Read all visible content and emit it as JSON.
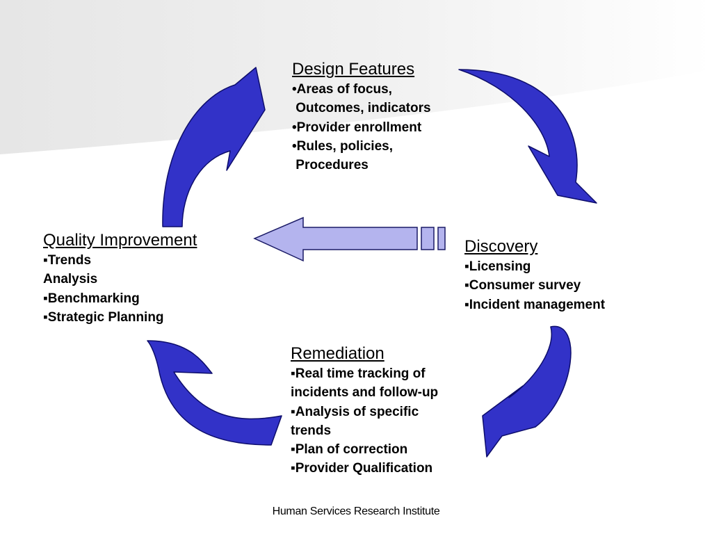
{
  "colors": {
    "arrow_fill": "#3232c8",
    "arrow_stroke": "#0d0d6b",
    "flow_arrow_fill": "#b4b4ee",
    "flow_arrow_stroke": "#1a1a66",
    "background_band": "#eeeeee"
  },
  "blocks": {
    "design": {
      "heading": "Design Features",
      "items": [
        "•Areas of focus,",
        " Outcomes, indicators",
        "•Provider enrollment",
        "•Rules, policies,",
        " Procedures"
      ]
    },
    "quality": {
      "heading": "Quality Improvement",
      "items": [
        "▪Trends",
        "Analysis",
        "▪Benchmarking",
        "▪Strategic Planning"
      ]
    },
    "discovery": {
      "heading": "Discovery",
      "items": [
        "▪Licensing",
        "▪Consumer survey",
        "▪Incident management"
      ]
    },
    "remediation": {
      "heading": "Remediation",
      "items": [
        "▪Real time tracking of",
        "incidents and follow-up",
        "▪Analysis of specific",
        "trends",
        "▪Plan of correction",
        "▪Provider Qualification"
      ]
    }
  },
  "footer": "Human Services Research Institute"
}
